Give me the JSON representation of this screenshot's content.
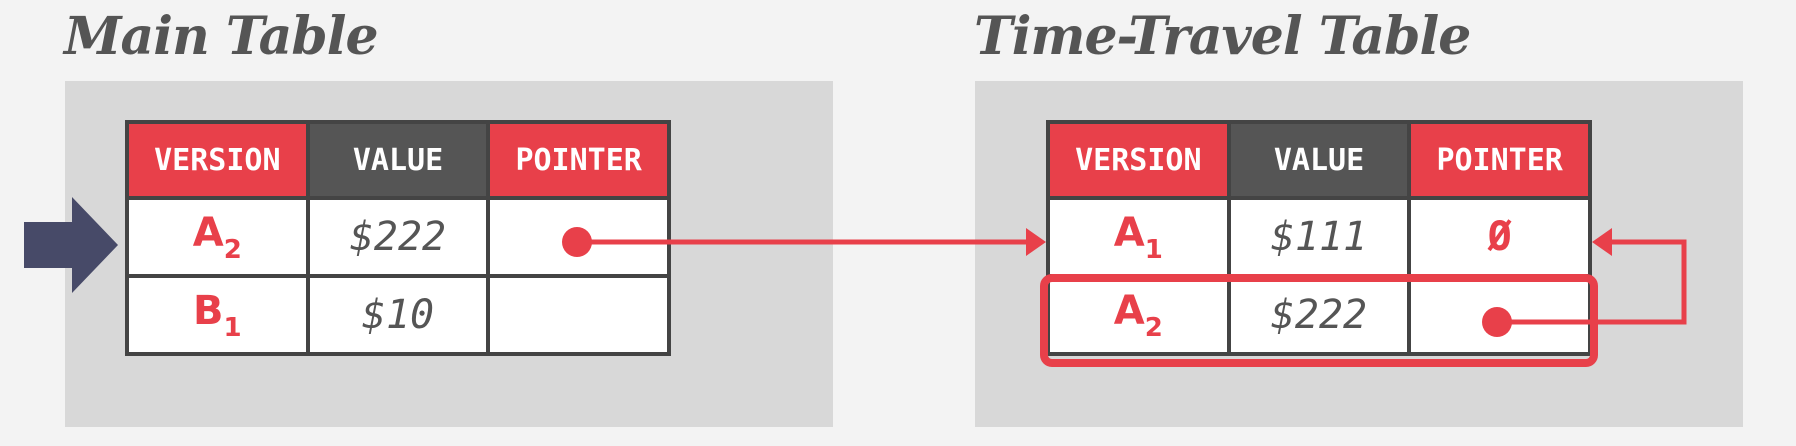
{
  "main_table": {
    "title": "Main Table",
    "headers": [
      "VERSION",
      "VALUE",
      "POINTER"
    ],
    "rows": [
      {
        "version": "A",
        "version_sub": "2",
        "value": "$222",
        "pointer": ""
      },
      {
        "version": "B",
        "version_sub": "1",
        "value": "$10",
        "pointer": ""
      }
    ]
  },
  "time_travel_table": {
    "title": "Time-Travel Table",
    "headers": [
      "VERSION",
      "VALUE",
      "POINTER"
    ],
    "rows": [
      {
        "version": "A",
        "version_sub": "1",
        "value": "$111",
        "pointer": "Ø"
      },
      {
        "version": "A",
        "version_sub": "2",
        "value": "$222",
        "pointer": ""
      }
    ]
  },
  "colors": {
    "accent": "#e8404a",
    "header_dark": "#555555",
    "arrow": "#474a68",
    "panel": "#d8d8d8"
  }
}
